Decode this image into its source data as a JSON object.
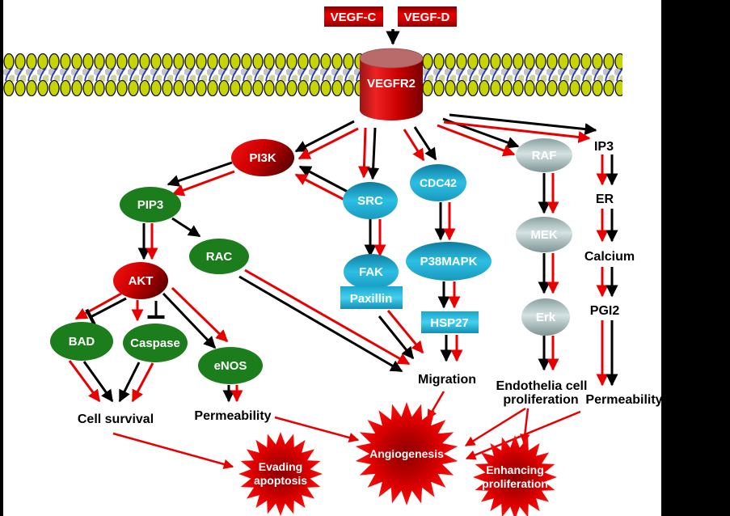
{
  "ligands": [
    {
      "label": "VEGF-C"
    },
    {
      "label": "VEGF-D"
    }
  ],
  "receptor": {
    "label": "VEGFR2"
  },
  "nodes": {
    "pi3k": "PI3K",
    "pip3": "PIP3",
    "rac": "RAC",
    "akt": "AKT",
    "bad": "BAD",
    "caspase": "Caspase",
    "enos": "eNOS",
    "src": "SRC",
    "fak": "FAK",
    "paxillin": "Paxillin",
    "cdc42": "CDC42",
    "p38mapk": "P38MAPK",
    "hsp27": "HSP27",
    "raf": "RAF",
    "mek": "MEK",
    "erk": "Erk",
    "ip3": "IP3",
    "er": "ER",
    "calcium": "Calcium",
    "pgi2": "PGI2"
  },
  "outcomes": {
    "cell_survival": "Cell survival",
    "permeability_left": "Permeability",
    "migration": "Migration",
    "endothelia_line1": "Endothelia cell",
    "endothelia_line2": "proliferation",
    "permeability_right": "Permeability"
  },
  "starbursts": {
    "evading_line1": "Evading",
    "evading_line2": "apoptosis",
    "angiogenesis": "Angiogenesis",
    "enhancing_line1": "Enhancing",
    "enhancing_line2": "proliferation"
  },
  "colors": {
    "red_node": "#cc0000",
    "green_node": "#1b7d1b",
    "cyan_node": "#29b9dd",
    "gray_node": "#aebfbf",
    "starburst_red": "#e60000",
    "membrane_lipid": "#c6d405",
    "arrow_black": "#000000",
    "arrow_red": "#e80000"
  }
}
